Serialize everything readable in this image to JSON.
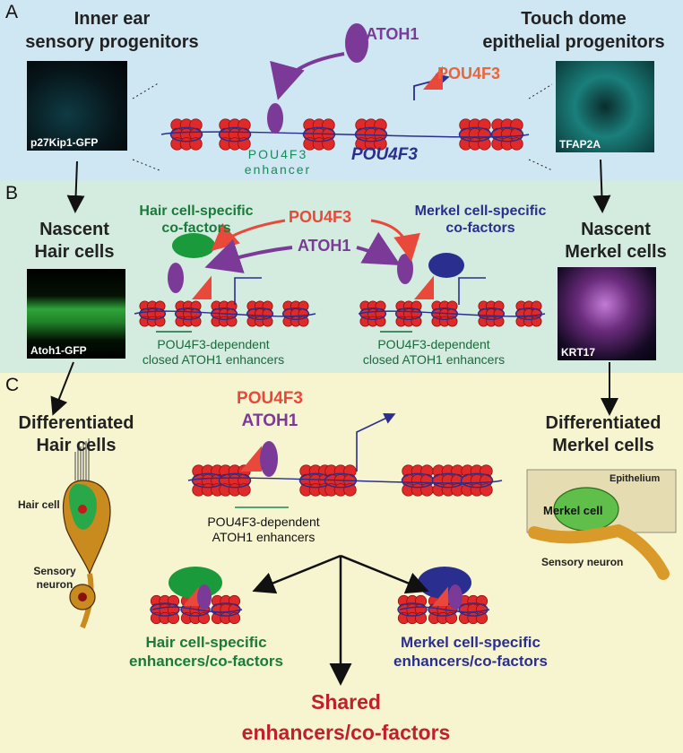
{
  "panelA": {
    "letter": "A",
    "left_title": [
      "Inner ear",
      "sensory progenitors"
    ],
    "right_title": [
      "Touch dome",
      "epithelial progenitors"
    ],
    "atoh1": "ATOH1",
    "pou4f3_protein": "POU4F3",
    "pou4f3_gene": "POU4F3",
    "enhancer_label": [
      "POU4F3",
      "enhancer"
    ],
    "left_image_caption": "p27Kip1-GFP",
    "right_image_caption": "TFAP2A"
  },
  "panelB": {
    "letter": "B",
    "left_title": [
      "Nascent",
      "Hair cells"
    ],
    "right_title": [
      "Nascent",
      "Merkel cells"
    ],
    "hair_cofactors": [
      "Hair cell-specific",
      "co-factors"
    ],
    "merkel_cofactors": [
      "Merkel cell-specific",
      "co-factors"
    ],
    "pou4f3": "POU4F3",
    "atoh1": "ATOH1",
    "left_enhancer": [
      "POU4F3-dependent",
      "closed ATOH1 enhancers"
    ],
    "right_enhancer": [
      "POU4F3-dependent",
      "closed ATOH1 enhancers"
    ],
    "left_image_caption": "Atoh1-GFP",
    "right_image_caption": "KRT17"
  },
  "panelC": {
    "letter": "C",
    "left_title": [
      "Differentiated",
      "Hair cells"
    ],
    "right_title": [
      "Differentiated",
      "Merkel cells"
    ],
    "pou4f3": "POU4F3",
    "atoh1": "ATOH1",
    "enhancer": [
      "POU4F3-dependent",
      "ATOH1 enhancers"
    ],
    "hair_cell": "Hair cell",
    "sensory_neuron_left": [
      "Sensory",
      "neuron"
    ],
    "epithelium": "Epithelium",
    "merkel_cell": "Merkel cell",
    "sensory_neuron_right": "Sensory neuron",
    "hair_specific": [
      "Hair cell-specific",
      "enhancers/co-factors"
    ],
    "merkel_specific": [
      "Merkel cell-specific",
      "enhancers/co-factors"
    ],
    "shared": [
      "Shared",
      "enhancers/co-factors"
    ]
  },
  "colors": {
    "panelA_bg": "#cfe6f3",
    "panelB_bg": "#d3ecdf",
    "panelC_bg": "#f7f4d0",
    "atoh1": "#7b3a98",
    "pou4f3": "#e8493a",
    "hair_green": "#1a7a3a",
    "merkel_blue": "#2a2f8f",
    "nucleosome_red": "#e02a2a",
    "shared_red": "#c0202a"
  }
}
